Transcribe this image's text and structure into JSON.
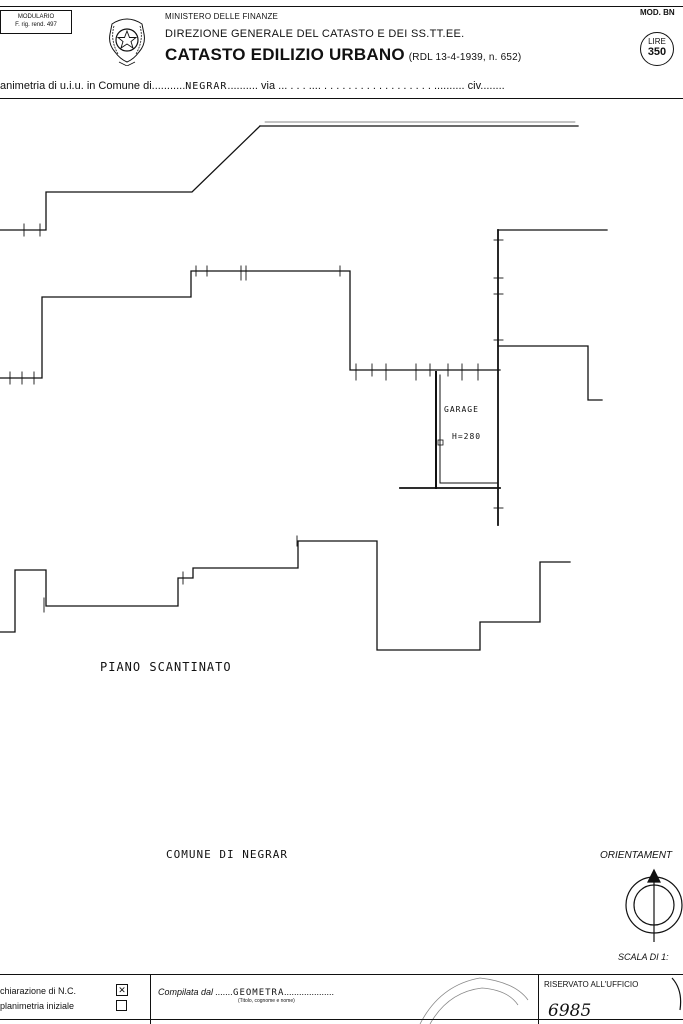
{
  "header": {
    "modulario": "MODULARIO",
    "modulario_ref": "F. rig. rend. 497",
    "ministry": "MINISTERO DELLE FINANZE",
    "direzione": "DIREZIONE GENERALE DEL CATASTO E DEI SS.TT.EE.",
    "catasto": "CATASTO EDILIZIO URBANO",
    "rdl": "(RDL 13-4-1939, n. 652)",
    "mod": "MOD. BN",
    "lire_label": "LIRE",
    "lire_value": "350"
  },
  "planimetria": {
    "prefix": "animetria di u.i.u. in Comune di",
    "comune": "NEGRAR",
    "via_label": "via",
    "civ_label": "civ"
  },
  "drawing": {
    "garage_label": "GARAGE",
    "height_label": "H=280",
    "floor_label": "PIANO SCANTINATO",
    "comune_note": "COMUNE DI NEGRAR"
  },
  "orientation": {
    "label": "ORIENTAMENT",
    "scale_label": "SCALA DI 1:"
  },
  "footer": {
    "dichiarazione": "chiarazione di N.C.",
    "elaborato": "planimetria iniziale",
    "compilata_label": "Compilata dal",
    "compilata_value": "GEOMETRA",
    "titolo_hint": "(Titolo, cognome e nome)",
    "riservato": "RISERVATO ALL'UFFICIO",
    "protocol_number": "6985"
  },
  "colors": {
    "ink": "#111111",
    "paper": "#ffffff"
  }
}
